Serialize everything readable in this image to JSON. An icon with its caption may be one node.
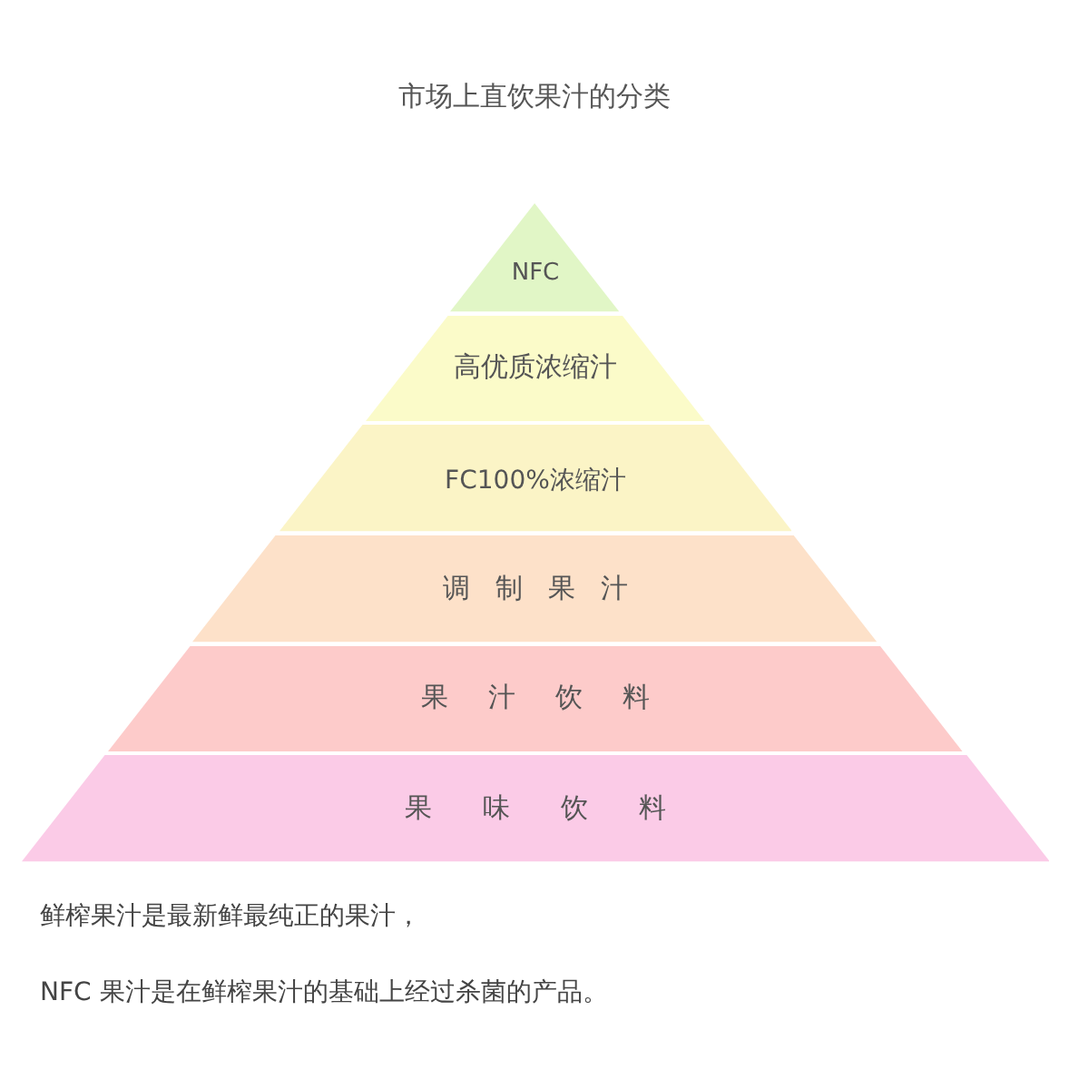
{
  "diagram": {
    "title": "市场上直饮果汁的分类",
    "nodes": [
      {
        "text": [
          "NFC"
        ]
      },
      {
        "text": [
          "高优质浓缩汁"
        ]
      },
      {
        "text": [
          "FC100%浓缩汁"
        ]
      },
      {
        "text": [
          "调制果汁"
        ]
      },
      {
        "text": [
          "果汁饮料"
        ]
      },
      {
        "text": [
          "果味饮料"
        ]
      }
    ],
    "labels": [
      "鲜榨果汁是最新鲜最纯正的果汁，",
      "NFC 果汁是在鲜榨果汁的基础上经过杀菌的产品。"
    ]
  }
}
